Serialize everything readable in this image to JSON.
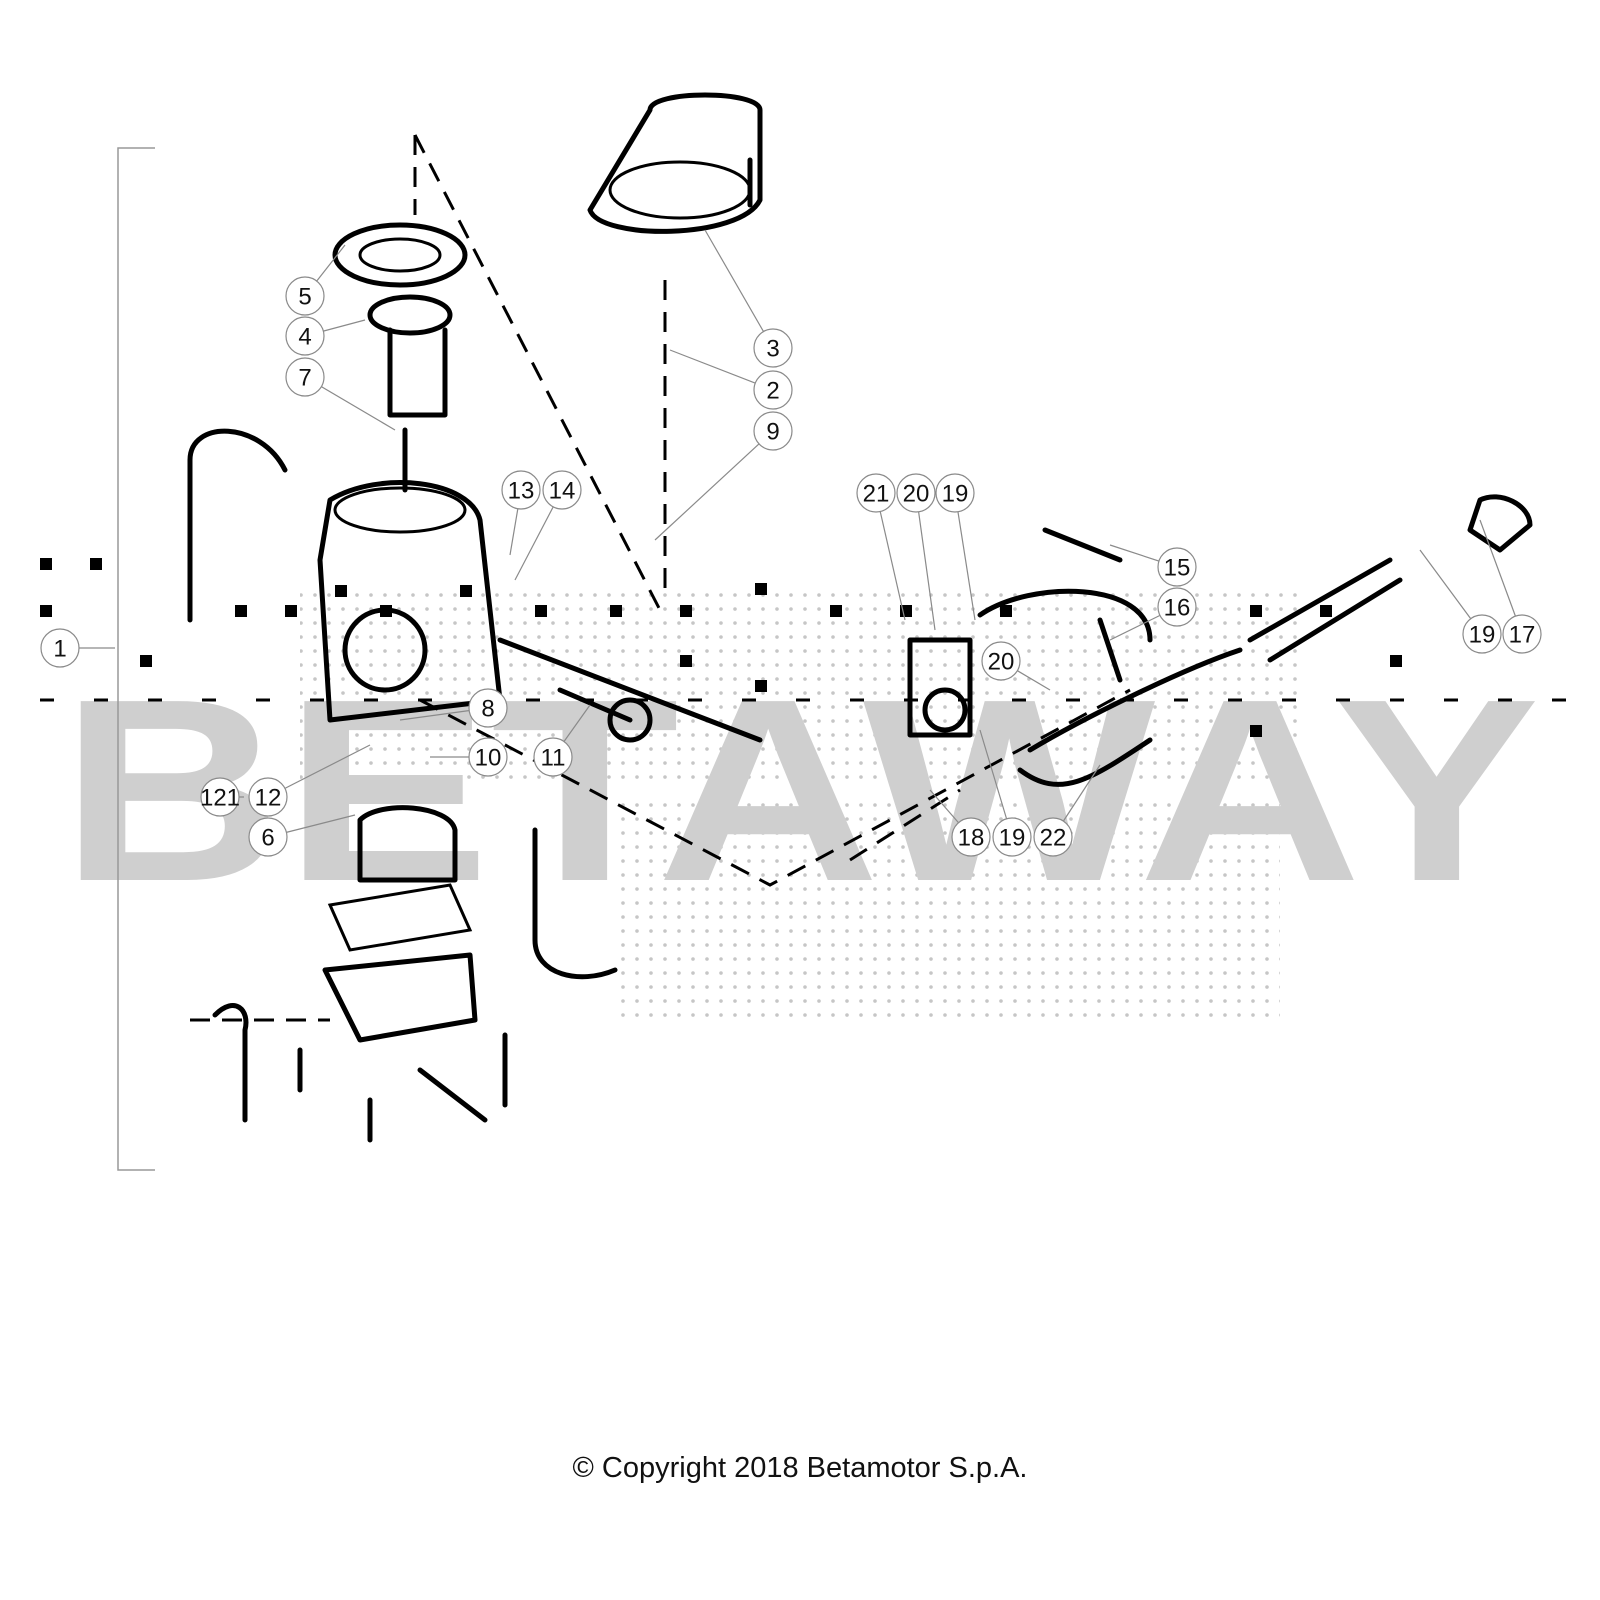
{
  "diagram": {
    "callouts": [
      "1",
      "5",
      "4",
      "7",
      "3",
      "2",
      "9",
      "13",
      "14",
      "21",
      "20",
      "19",
      "15",
      "16",
      "19",
      "17",
      "20",
      "8",
      "10",
      "11",
      "121",
      "12",
      "6",
      "18",
      "19",
      "22"
    ],
    "watermark": "BETAWAY"
  },
  "footer": {
    "copyright": "© Copyright 2018 Betamotor S.p.A."
  }
}
